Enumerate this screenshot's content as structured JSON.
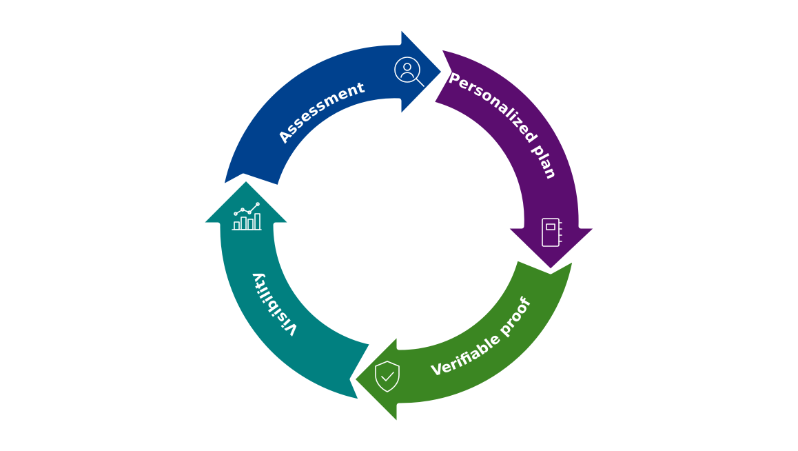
{
  "segments": [
    {
      "id": "assessment",
      "label": "Assessment",
      "color": "#00418e",
      "icon": "search-person-icon"
    },
    {
      "id": "personalized-plan",
      "label": "Personalized plan",
      "color": "#5b0d6f",
      "icon": "notebook-icon"
    },
    {
      "id": "verifiable-proof",
      "label": "Verifiable proof",
      "color": "#3b8622",
      "icon": "shield-check-icon"
    },
    {
      "id": "visibility",
      "label": "Visibility",
      "color": "#018080",
      "icon": "chart-icon"
    }
  ]
}
